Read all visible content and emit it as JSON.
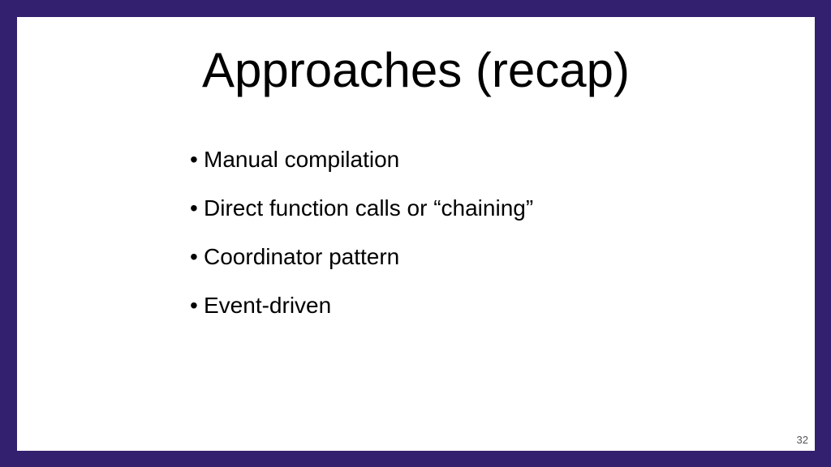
{
  "slide": {
    "title": "Approaches (recap)",
    "bullets": [
      "Manual compilation",
      "Direct function calls or “chaining”",
      "Coordinator pattern",
      "Event-driven"
    ],
    "bullet_glyph": "•",
    "page_number": "32"
  },
  "colors": {
    "border": "#33206e",
    "background": "#ffffff",
    "text": "#000000"
  }
}
